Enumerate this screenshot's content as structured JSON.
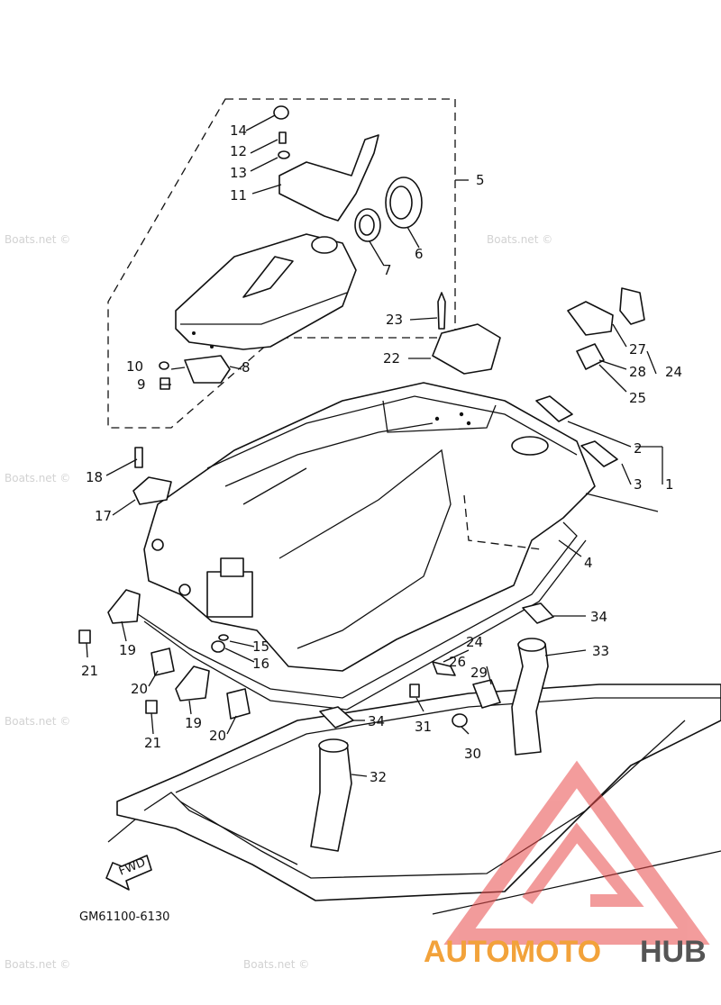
{
  "diagram": {
    "part_code": "GM61100-6130",
    "fwd_label": "FWD",
    "callouts": [
      "1",
      "2",
      "3",
      "4",
      "5",
      "6",
      "7",
      "8",
      "9",
      "10",
      "11",
      "12",
      "13",
      "14",
      "15",
      "16",
      "17",
      "18",
      "19",
      "19",
      "20",
      "20",
      "21",
      "21",
      "22",
      "23",
      "24",
      "24",
      "25",
      "26",
      "27",
      "28",
      "29",
      "30",
      "31",
      "32",
      "33",
      "34",
      "34"
    ],
    "watermark": "Boats.net ©",
    "brand": {
      "part1": "AUTOMOTO",
      "part2": "HUB",
      "color_accent": "#f2a23a",
      "color_dark": "#555555",
      "logo_color": "#e94b4b"
    }
  }
}
